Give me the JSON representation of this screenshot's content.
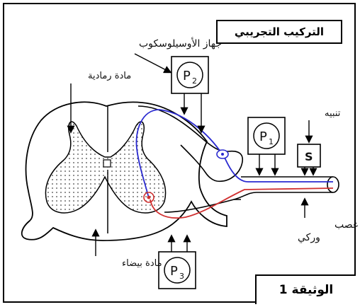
{
  "title": "التركيب التجريبي",
  "labels": {
    "oscilloscope": "جهاز الأوسيلوسكوب",
    "gray_matter": "مادة رمادية",
    "white_matter": "مادة بيضاء",
    "stimulation": "تنبيه",
    "sciatic_nerve_line1": "عصب",
    "sciatic_nerve_line2": "وركي"
  },
  "probes": {
    "p1": {
      "main": "P",
      "sub": "1"
    },
    "p2": {
      "main": "P",
      "sub": "2"
    },
    "p3": {
      "main": "P",
      "sub": "3"
    },
    "stim": "S"
  },
  "document_label": "الوثيقة 1",
  "colors": {
    "sensory_fiber": "#2a2ad0",
    "motor_fiber": "#d03030",
    "line": "#000000"
  }
}
